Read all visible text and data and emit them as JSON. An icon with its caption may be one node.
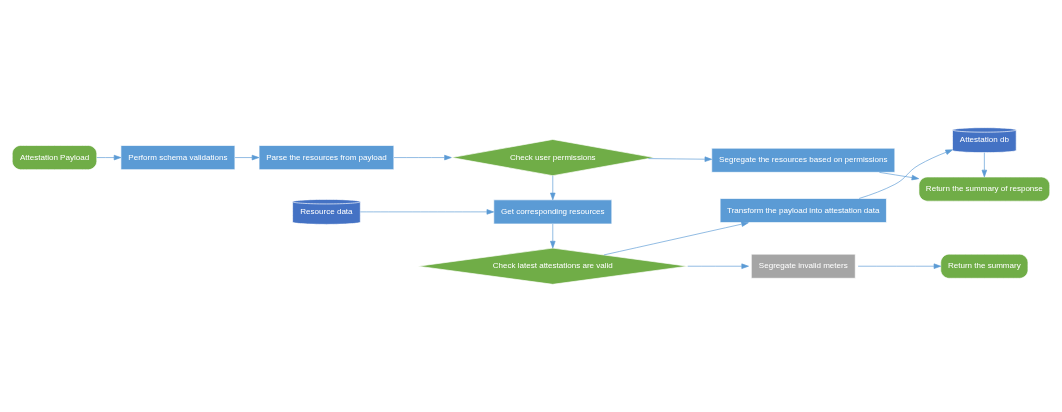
{
  "diagram": {
    "nodes": [
      {
        "text": [
          "Attestation Payload"
        ]
      },
      {
        "text": [
          "Perform schema validations"
        ]
      },
      {
        "text": [
          "Parse the resources from payload"
        ]
      },
      {
        "text": [
          "Check user permissions"
        ]
      },
      {
        "text": [
          "Segregate the resources based on permissions"
        ]
      },
      {
        "text": [
          "Return the summary of response"
        ]
      },
      {
        "text": [
          "Resource data"
        ]
      },
      {
        "text": [
          "Get corresponding resources"
        ]
      },
      {
        "text": [
          "Return the summary"
        ]
      },
      {
        "text": [
          "Segregate invalid meters"
        ]
      },
      {
        "text": [
          "Check latest attestations are valid"
        ]
      },
      {
        "text": [
          "Transform the payload into attestation data"
        ]
      },
      {
        "text": [
          "Attestation db"
        ]
      }
    ],
    "edges": [
      {
        "from": 0,
        "to": 1,
        "arrow": "to"
      },
      {
        "from": 1,
        "to": 2,
        "arrow": "to"
      },
      {
        "from": 2,
        "to": 3,
        "arrow": "to"
      },
      {
        "from": 3,
        "to": 4,
        "arrow": "to"
      },
      {
        "from": 4,
        "to": 5,
        "arrow": "to"
      },
      {
        "from": 3,
        "to": 7,
        "arrow": "to"
      },
      {
        "from": 6,
        "to": 7,
        "arrow": "to"
      },
      {
        "from": 7,
        "to": 10,
        "arrow": "to"
      },
      {
        "from": 10,
        "to": 9,
        "arrow": "to"
      },
      {
        "from": 9,
        "to": 8,
        "arrow": "to"
      },
      {
        "from": 10,
        "to": 11,
        "arrow": "to"
      },
      {
        "from": 11,
        "to": 12,
        "arrow": "to"
      },
      {
        "from": 12,
        "to": 5,
        "arrow": "to"
      }
    ]
  }
}
